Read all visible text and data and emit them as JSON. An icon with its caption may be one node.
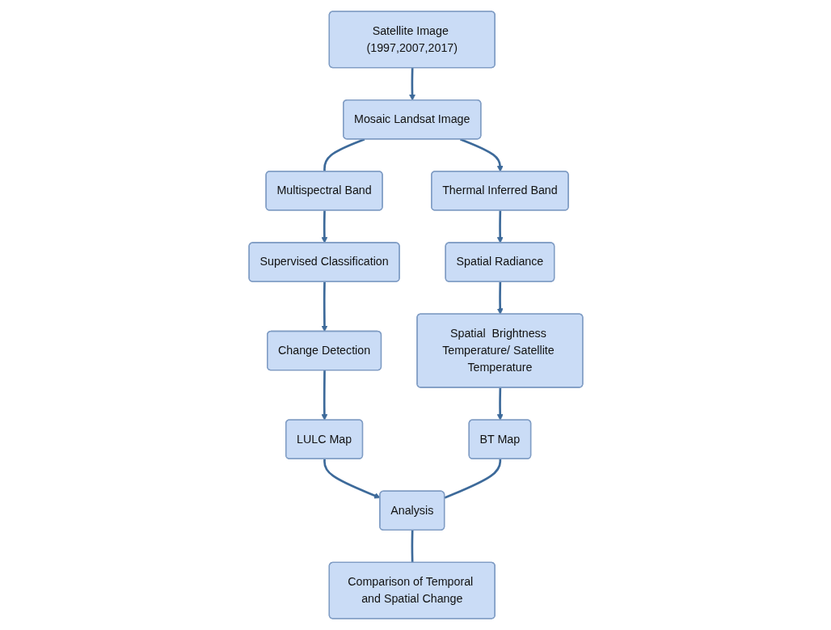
{
  "diagram": {
    "nodes": [
      {
        "text": [
          "Satellite Image (1997,2007,2017)"
        ]
      },
      {
        "text": [
          "Multispectral Band"
        ]
      },
      {
        "text": [
          "Mosaic Landsat Image"
        ]
      },
      {
        "text": [
          "Thermal Inferred Band"
        ]
      },
      {
        "text": [
          "Supervised Classification"
        ]
      },
      {
        "text": [
          "Spatial Radiance"
        ]
      },
      {
        "text": [
          "Change Detection"
        ]
      },
      {
        "text": [
          "Spatial  Brightness Temperature/ Satellite Temperature"
        ]
      },
      {
        "text": [
          "LULC Map"
        ]
      },
      {
        "text": [
          "Analysis"
        ]
      },
      {
        "text": [
          "BT Map"
        ]
      },
      {
        "text": [
          "Comparison of Temporal and Spatial Change"
        ]
      }
    ],
    "edges": [
      {
        "from": 0,
        "to": 2,
        "arrow": "to"
      },
      {
        "from": 2,
        "to": 1,
        "arrow": "none"
      },
      {
        "from": 2,
        "to": 3,
        "arrow": "to"
      },
      {
        "from": 1,
        "to": 4,
        "arrow": "to"
      },
      {
        "from": 3,
        "to": 5,
        "arrow": "to"
      },
      {
        "from": 4,
        "to": 6,
        "arrow": "to"
      },
      {
        "from": 5,
        "to": 7,
        "arrow": "to"
      },
      {
        "from": 6,
        "to": 8,
        "arrow": "to"
      },
      {
        "from": 7,
        "to": 10,
        "arrow": "to"
      },
      {
        "from": 8,
        "to": 9,
        "arrow": "to"
      },
      {
        "from": 10,
        "to": 9,
        "arrow": "none"
      },
      {
        "from": 9,
        "to": 11,
        "arrow": "none"
      }
    ]
  }
}
